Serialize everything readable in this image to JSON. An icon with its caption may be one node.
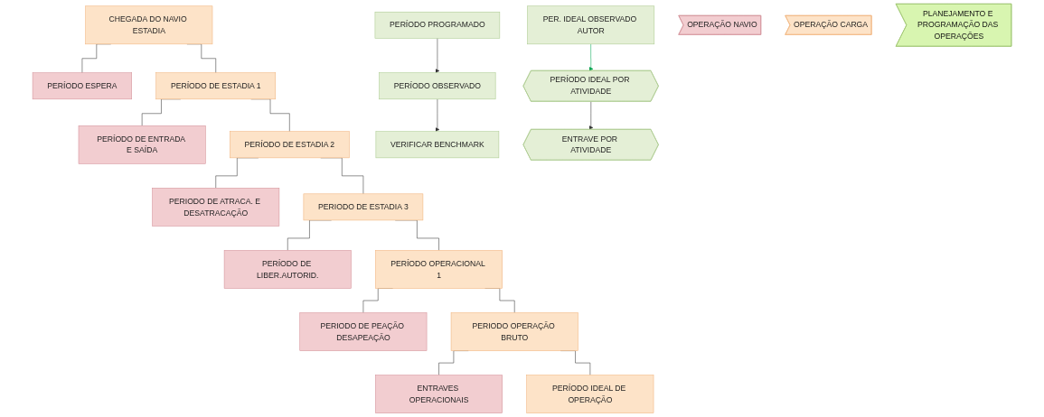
{
  "diagram": {
    "nodes": [
      {
        "text": [
          "CHEGADA DO NAVIO ESTADIA"
        ]
      },
      {
        "text": [
          "PERÍODO ESPERA"
        ]
      },
      {
        "text": [
          "PERÍODO DE ESTADIA 1"
        ]
      },
      {
        "text": [
          "PERÍODO DE ENTRADA E SAÍDA"
        ]
      },
      {
        "text": [
          "PERÍODO DE ESTADIA 2"
        ]
      },
      {
        "text": [
          "PERIODO DE ATRACA. E DESATRACAÇÃO"
        ]
      },
      {
        "text": [
          "PERIODO DE ESTADIA 3"
        ]
      },
      {
        "text": [
          "PERÍODO DE LIBER.AUTORID."
        ]
      },
      {
        "text": [
          "PERÍODO OPERACIONAL 1"
        ]
      },
      {
        "text": [
          "PERIODO DE PEAÇÃO DESAPEAÇÃO"
        ]
      },
      {
        "text": [
          "PERIODO OPERAÇÃO BRUTO"
        ]
      },
      {
        "text": [
          "ENTRAVES OPERACIONAIS"
        ]
      },
      {
        "text": [
          "PERÍODO IDEAL DE OPERAÇÃO"
        ]
      },
      {
        "text": [
          "PER. IDEAL OBSERVADO AUTOR"
        ]
      },
      {
        "text": [
          "PERÍODO PROGRAMADO"
        ]
      },
      {
        "text": [
          "PERÍODO OBSERVADO"
        ]
      },
      {
        "text": [
          "VERIFICAR BENCHMARK"
        ]
      },
      {
        "text": [
          "PERÍODO IDEAL POR ATIVIDADE"
        ]
      },
      {
        "text": [
          "ENTRAVE POR ATIVIDADE"
        ]
      },
      {
        "text": [
          "OPERAÇÃO NAVIO"
        ]
      },
      {
        "text": [
          "OPERAÇÃO CARGA"
        ]
      },
      {
        "text": [
          "PLANEJAMENTO E PROGRAMAÇÃO DAS OPERAÇÕES"
        ]
      }
    ],
    "edges": [
      {
        "from": 0,
        "to": 1,
        "arrow": "none"
      },
      {
        "from": 0,
        "to": 2,
        "arrow": "none"
      },
      {
        "from": 2,
        "to": 3,
        "arrow": "none"
      },
      {
        "from": 2,
        "to": 4,
        "arrow": "none"
      },
      {
        "from": 4,
        "to": 5,
        "arrow": "none"
      },
      {
        "from": 4,
        "to": 6,
        "arrow": "none"
      },
      {
        "from": 6,
        "to": 7,
        "arrow": "none"
      },
      {
        "from": 6,
        "to": 8,
        "arrow": "none"
      },
      {
        "from": 8,
        "to": 9,
        "arrow": "none"
      },
      {
        "from": 8,
        "to": 10,
        "arrow": "none"
      },
      {
        "from": 10,
        "to": 11,
        "arrow": "none"
      },
      {
        "from": 10,
        "to": 12,
        "arrow": "none"
      },
      {
        "from": 14,
        "to": 15,
        "arrow": "to"
      },
      {
        "from": 15,
        "to": 16,
        "arrow": "to"
      },
      {
        "from": 13,
        "to": 17,
        "arrow": "to",
        "color": "#00a651"
      },
      {
        "from": 17,
        "to": 18,
        "arrow": "to"
      }
    ]
  }
}
